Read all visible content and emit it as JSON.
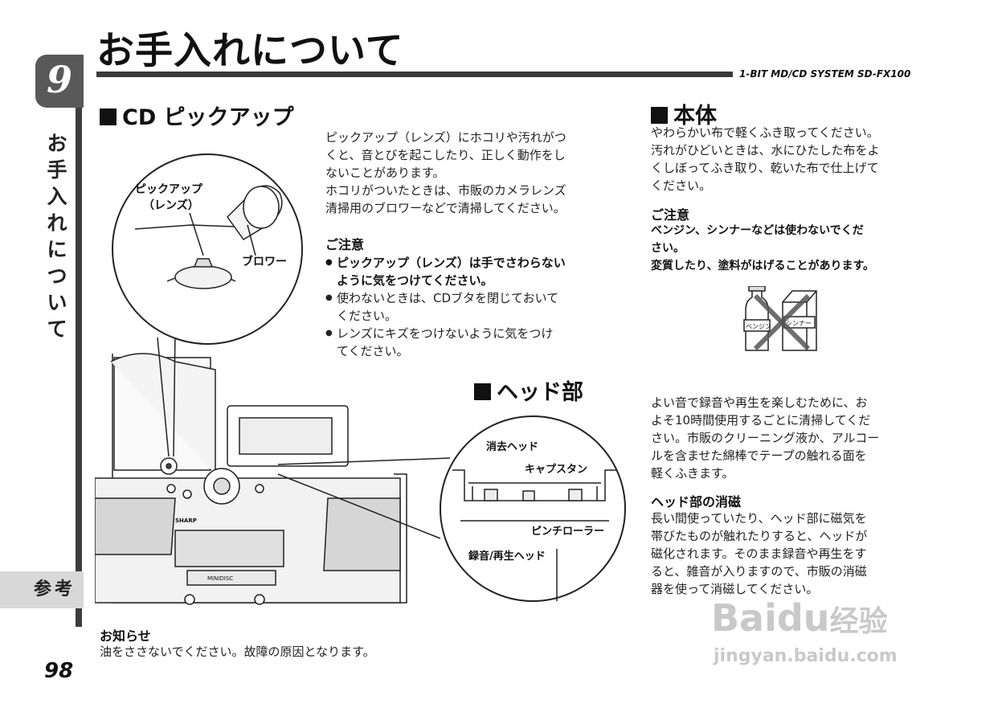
{
  "chapter": {
    "number": "9",
    "side_title": "お手入れについて",
    "ref_label": "参考"
  },
  "header": {
    "title": "お手入れについて",
    "model": "1-BIT MD/CD SYSTEM  SD-FX100"
  },
  "cd_section": {
    "heading": "CD ピックアップ",
    "body": [
      "ピックアップ（レンズ）にホコリや汚れがつ",
      "くと、音とびを起こしたり、正しく動作をし",
      "ないことがあります。",
      "ホコリがついたときは、市販のカメラレンズ",
      "清掃用のブロワーなどで清掃してください。"
    ],
    "caution_title": "ご注意",
    "notes": [
      {
        "lines": [
          "ピックアップ（レンズ）は手でさわらない",
          "ように気をつけてください。"
        ],
        "bold": true
      },
      {
        "lines": [
          "使わないときは、CDブタを閉じておいて",
          "ください。"
        ],
        "bold": false
      },
      {
        "lines": [
          "レンズにキズをつけないように気をつけ",
          "てください。"
        ],
        "bold": false
      }
    ],
    "label_pickup_1": "ピックアップ",
    "label_pickup_2": "（レンズ）",
    "label_blower": "ブロワー"
  },
  "body_section": {
    "heading": "本体",
    "body": [
      "やわらかい布で軽くふき取ってください。",
      "汚れがひどいときは、水にひたした布をよ",
      "くしぼってふき取り、乾いた布で仕上げて",
      "ください。"
    ],
    "caution_title": "ご注意",
    "caution": [
      "ベンジン、シンナーなどは使わないでくだ",
      "さい。",
      "変質したり、塗料がはげることがあります。"
    ],
    "bottle_label_1": "ベンジン",
    "bottle_label_2": "シンナー"
  },
  "head_section": {
    "heading": "ヘッド部",
    "body": [
      "よい音で録音や再生を楽しむために、お",
      "よそ10時間使用するごとに清掃してくだ",
      "さい。市販のクリーニング液か、アルコー",
      "ルを含ませた綿棒でテープの触れる面を",
      "軽くふきます。"
    ],
    "demag_title": "ヘッド部の消磁",
    "demag_body": [
      "長い間使っていたり、ヘッド部に磁気を",
      "帯びたものが触れたりすると、ヘッドが",
      "磁化されます。そのまま録音や再生をす",
      "ると、雑音が入りますので、市販の消磁",
      "器を使って消磁してください。"
    ],
    "label_erase": "消去ヘッド",
    "label_capstan": "キャプスタン",
    "label_pinch": "ピンチローラー",
    "label_rec": "録音/再生ヘッド"
  },
  "device": {
    "brand": "SHARP",
    "mini_disc": "MINIDISC"
  },
  "notice": {
    "title": "お知らせ",
    "body": "油をささないでください。故障の原因となります。"
  },
  "page_number": "98",
  "watermark": {
    "line1": "Bai",
    "line1b": "du",
    "line1c": "经验",
    "line2": "jingyan.baidu.com"
  }
}
